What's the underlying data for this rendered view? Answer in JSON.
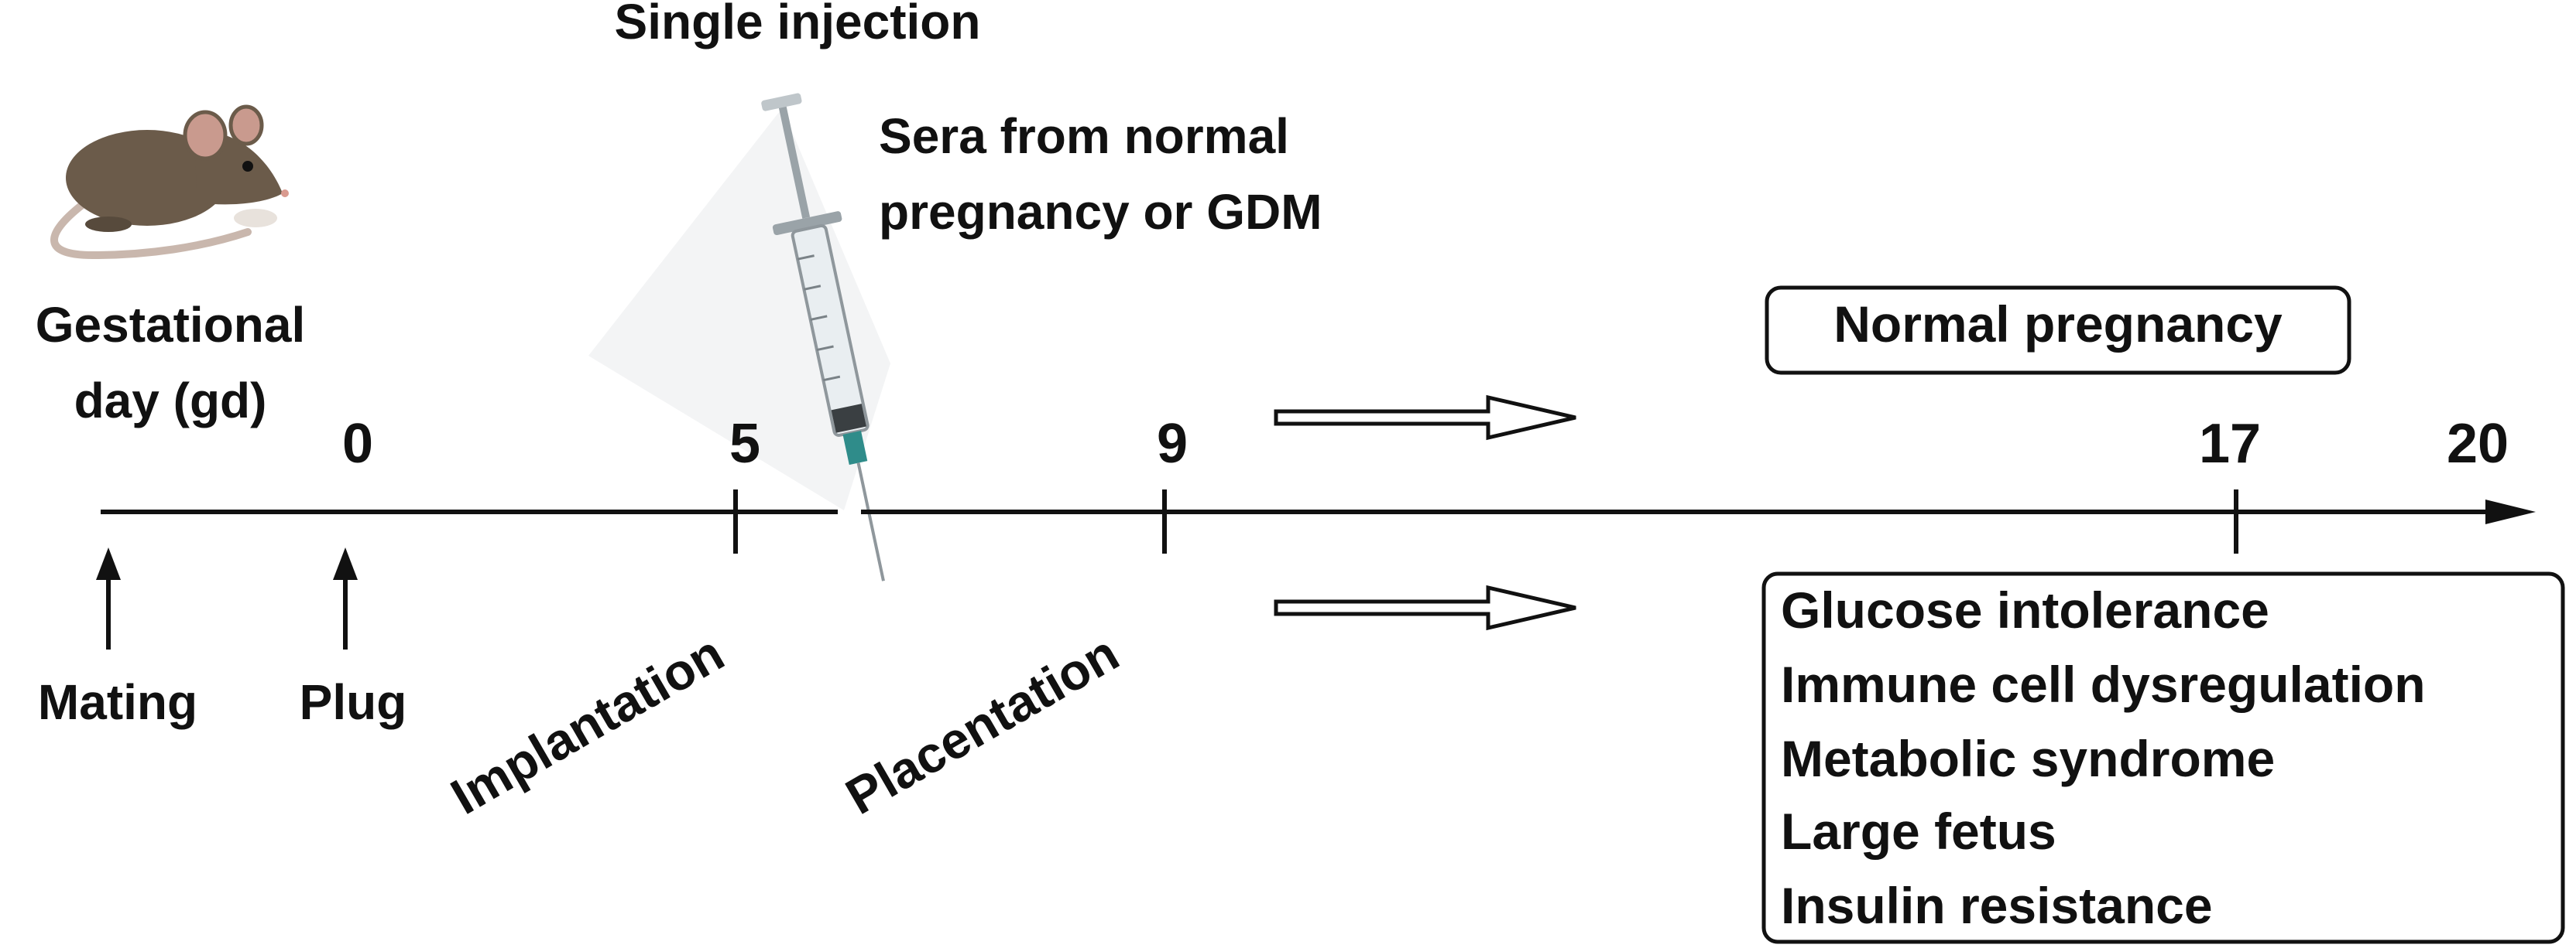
{
  "injection": {
    "title": "Single injection",
    "sera_line1": "Sera from normal",
    "sera_line2": "pregnancy or GDM"
  },
  "gestational": {
    "line1": "Gestational",
    "line2": "day (gd)"
  },
  "ticks": [
    "0",
    "5",
    "9",
    "17",
    "20"
  ],
  "events": {
    "mating": "Mating",
    "plug": "Plug",
    "implantation": "Implantation",
    "placentation": "Placentation"
  },
  "outcomes": {
    "normal": "Normal pregnancy",
    "gdm": [
      "Glucose intolerance",
      "Immune cell dysregulation",
      "Metabolic syndrome",
      "Large fetus",
      "Insulin resistance"
    ]
  },
  "colors": {
    "ink": "#111111",
    "mouse_fur": "#6b5b4a",
    "mouse_ear": "#c99a8e",
    "syringe_barrel": "#e9eef1",
    "syringe_needle_hub": "#2f8c8a"
  }
}
